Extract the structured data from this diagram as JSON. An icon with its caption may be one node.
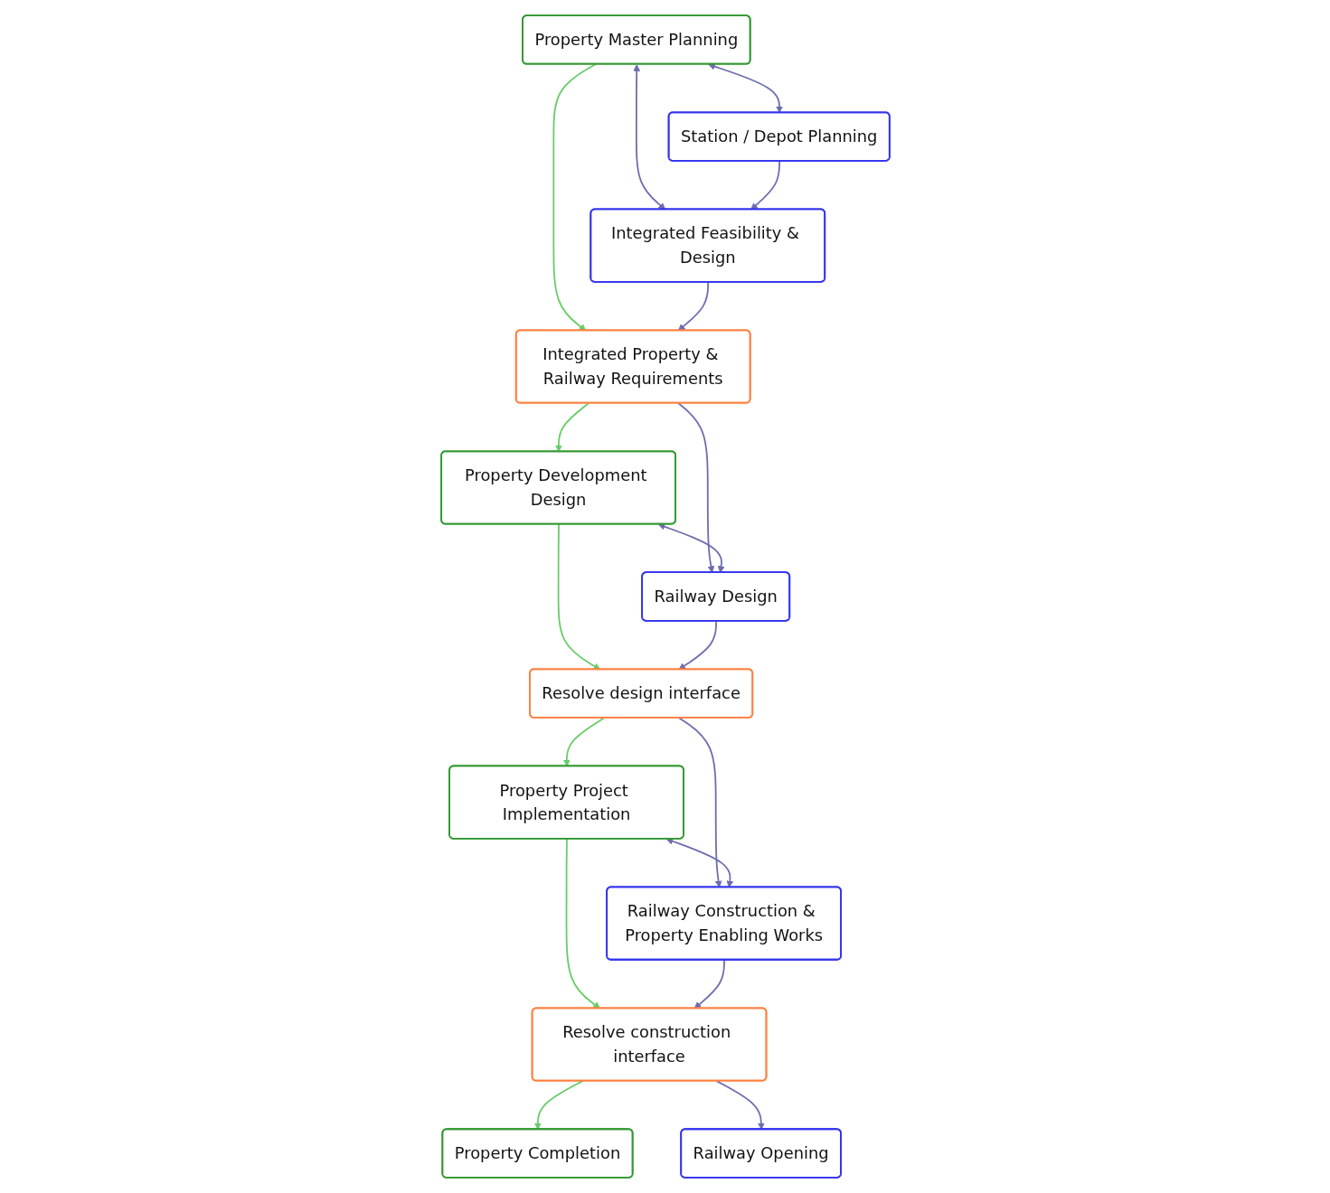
{
  "diagram": {
    "nodes": [
      {
        "text": [
          "Property Master Planning"
        ]
      },
      {
        "text": [
          "Station / Depot Planning"
        ]
      },
      {
        "text": [
          "Integrated Feasibility & Design"
        ]
      },
      {
        "text": [
          "Integrated Property & Railway Requirements"
        ]
      },
      {
        "text": [
          "Property Development Design"
        ]
      },
      {
        "text": [
          "Railway Design"
        ]
      },
      {
        "text": [
          "Resolve design interface"
        ]
      },
      {
        "text": [
          "Property Project Implementation"
        ]
      },
      {
        "text": [
          "Railway Construction & Property Enabling Works"
        ]
      },
      {
        "text": [
          "Resolve construction interface"
        ]
      },
      {
        "text": [
          "Property Completion"
        ]
      },
      {
        "text": [
          "Railway Opening"
        ]
      }
    ],
    "edges": [
      {
        "from": 0,
        "to": 1,
        "arrow": "both"
      },
      {
        "from": 0,
        "to": 2,
        "arrow": "both"
      },
      {
        "from": 1,
        "to": 2,
        "arrow": "to"
      },
      {
        "from": 0,
        "to": 3,
        "arrow": "to",
        "color": "#66cc66"
      },
      {
        "from": 2,
        "to": 3,
        "arrow": "to"
      },
      {
        "from": 3,
        "to": 4,
        "arrow": "to",
        "color": "#66cc66"
      },
      {
        "from": 3,
        "to": 5,
        "arrow": "to"
      },
      {
        "from": 4,
        "to": 5,
        "arrow": "both"
      },
      {
        "from": 4,
        "to": 6,
        "arrow": "to",
        "color": "#66cc66"
      },
      {
        "from": 5,
        "to": 6,
        "arrow": "to"
      },
      {
        "from": 6,
        "to": 7,
        "arrow": "to",
        "color": "#66cc66"
      },
      {
        "from": 6,
        "to": 8,
        "arrow": "to"
      },
      {
        "from": 7,
        "to": 8,
        "arrow": "both"
      },
      {
        "from": 7,
        "to": 9,
        "arrow": "to",
        "color": "#66cc66"
      },
      {
        "from": 8,
        "to": 9,
        "arrow": "to"
      },
      {
        "from": 9,
        "to": 10,
        "arrow": "to",
        "color": "#66cc66"
      },
      {
        "from": 9,
        "to": 11,
        "arrow": "to"
      }
    ]
  }
}
